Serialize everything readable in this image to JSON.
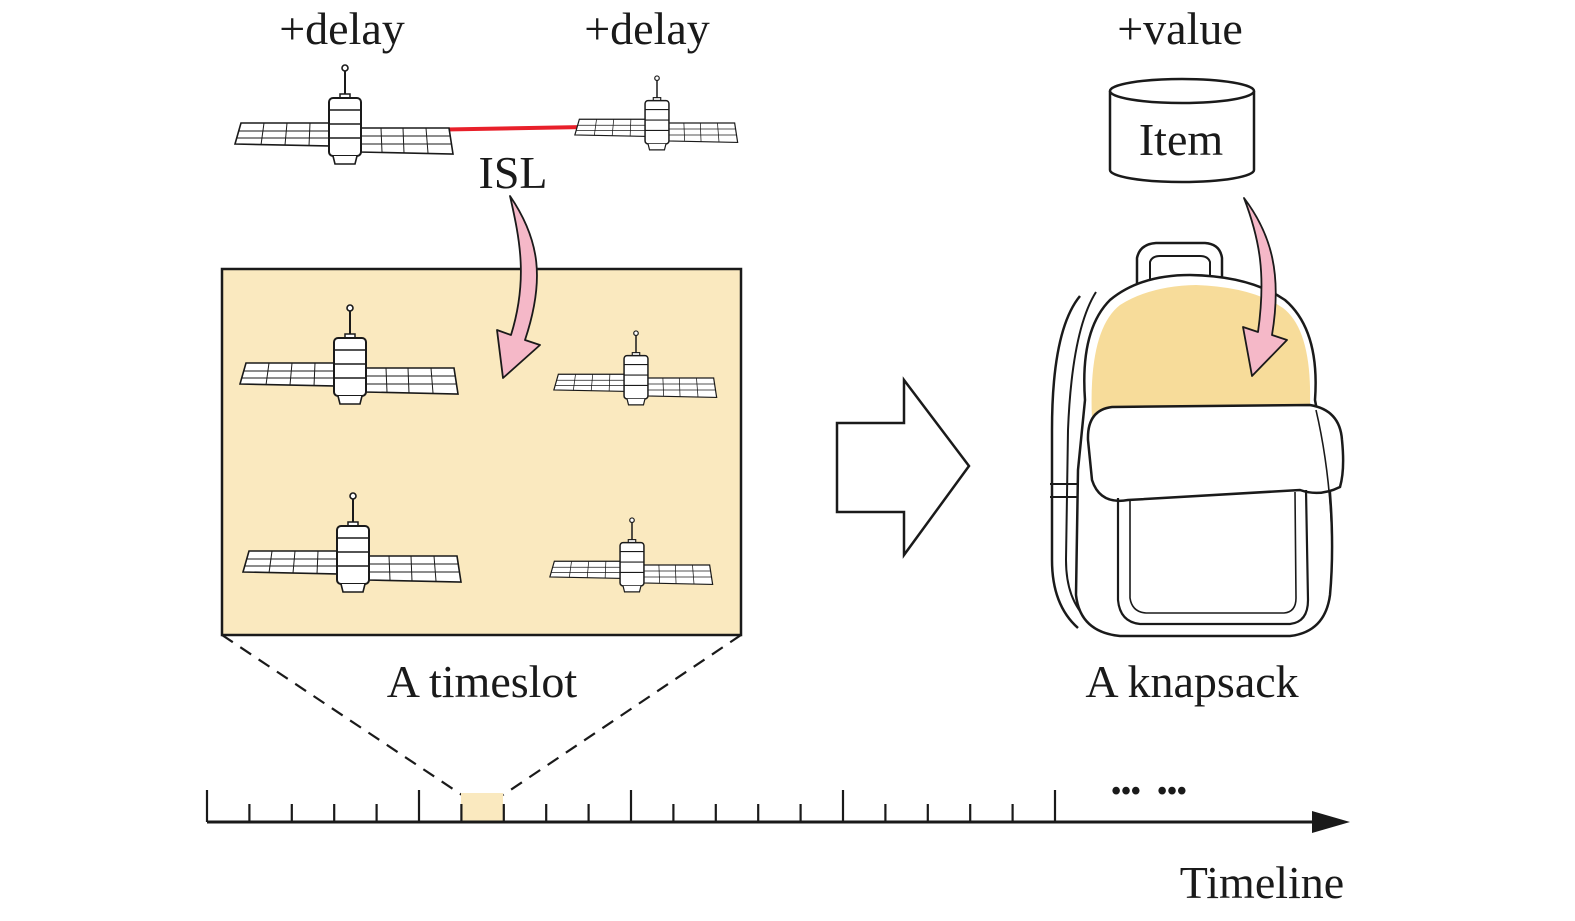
{
  "labels": {
    "delay_left": "+delay",
    "delay_right": "+delay",
    "value": "+value",
    "item": "Item",
    "isl": "ISL",
    "timeslot": "A timeslot",
    "knapsack": "A knapsack",
    "timeline": "Timeline",
    "ellipsis_1": "•••",
    "ellipsis_2": "•••"
  },
  "colors": {
    "timeslot_fill": "#fae9bf",
    "isl_link": "#e8202a",
    "arrow_pink": "#f5b8c8",
    "backpack_highlight": "#f7dc9a",
    "outline": "#1a1a1a"
  },
  "icons": {
    "satellite": "satellite-icon",
    "knapsack": "backpack-icon",
    "item": "cylinder-icon",
    "transform_arrow": "block-arrow-right-icon"
  }
}
